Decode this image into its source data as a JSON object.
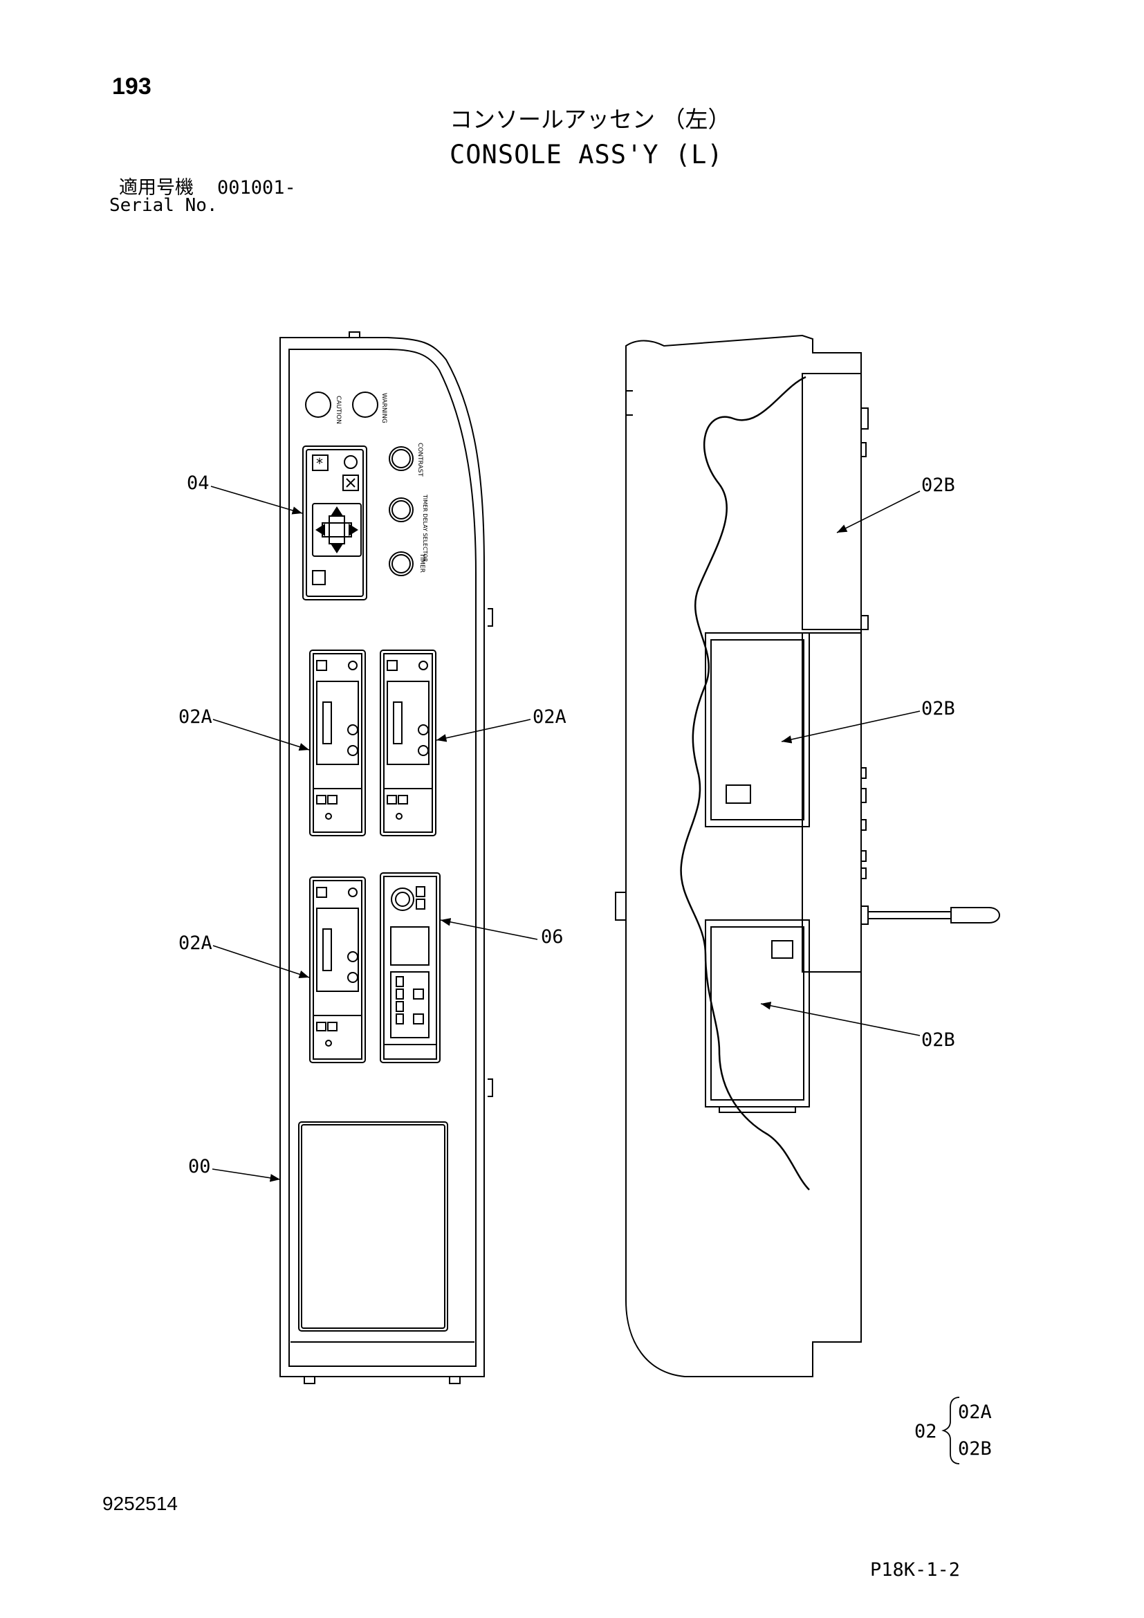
{
  "header": {
    "page_number": "193",
    "title_jp": "コンソールアッセン （左）",
    "title_en": "CONSOLE ASS'Y (L)",
    "serial_label_jp": "適用号機",
    "serial_number": "001001-",
    "serial_label_en": "Serial No."
  },
  "panel_labels": {
    "caution": "CAUTION",
    "warning": "WARNING",
    "contrast": "CONTRAST",
    "timer_delay_selector": "TIMER DELAY SELECTOR",
    "timer": "TIMER"
  },
  "callouts": {
    "c04": "04",
    "c02a_left_top": "02A",
    "c02a_right_top": "02A",
    "c02a_left_bottom": "02A",
    "c06": "06",
    "c00": "00",
    "c02b_top": "02B",
    "c02b_middle": "02B",
    "c02b_bottom": "02B"
  },
  "legend": {
    "parent": "02",
    "child_a": "02A",
    "child_b": "02B"
  },
  "footer": {
    "drawing_number": "9252514",
    "page_code": "P18K-1-2"
  }
}
